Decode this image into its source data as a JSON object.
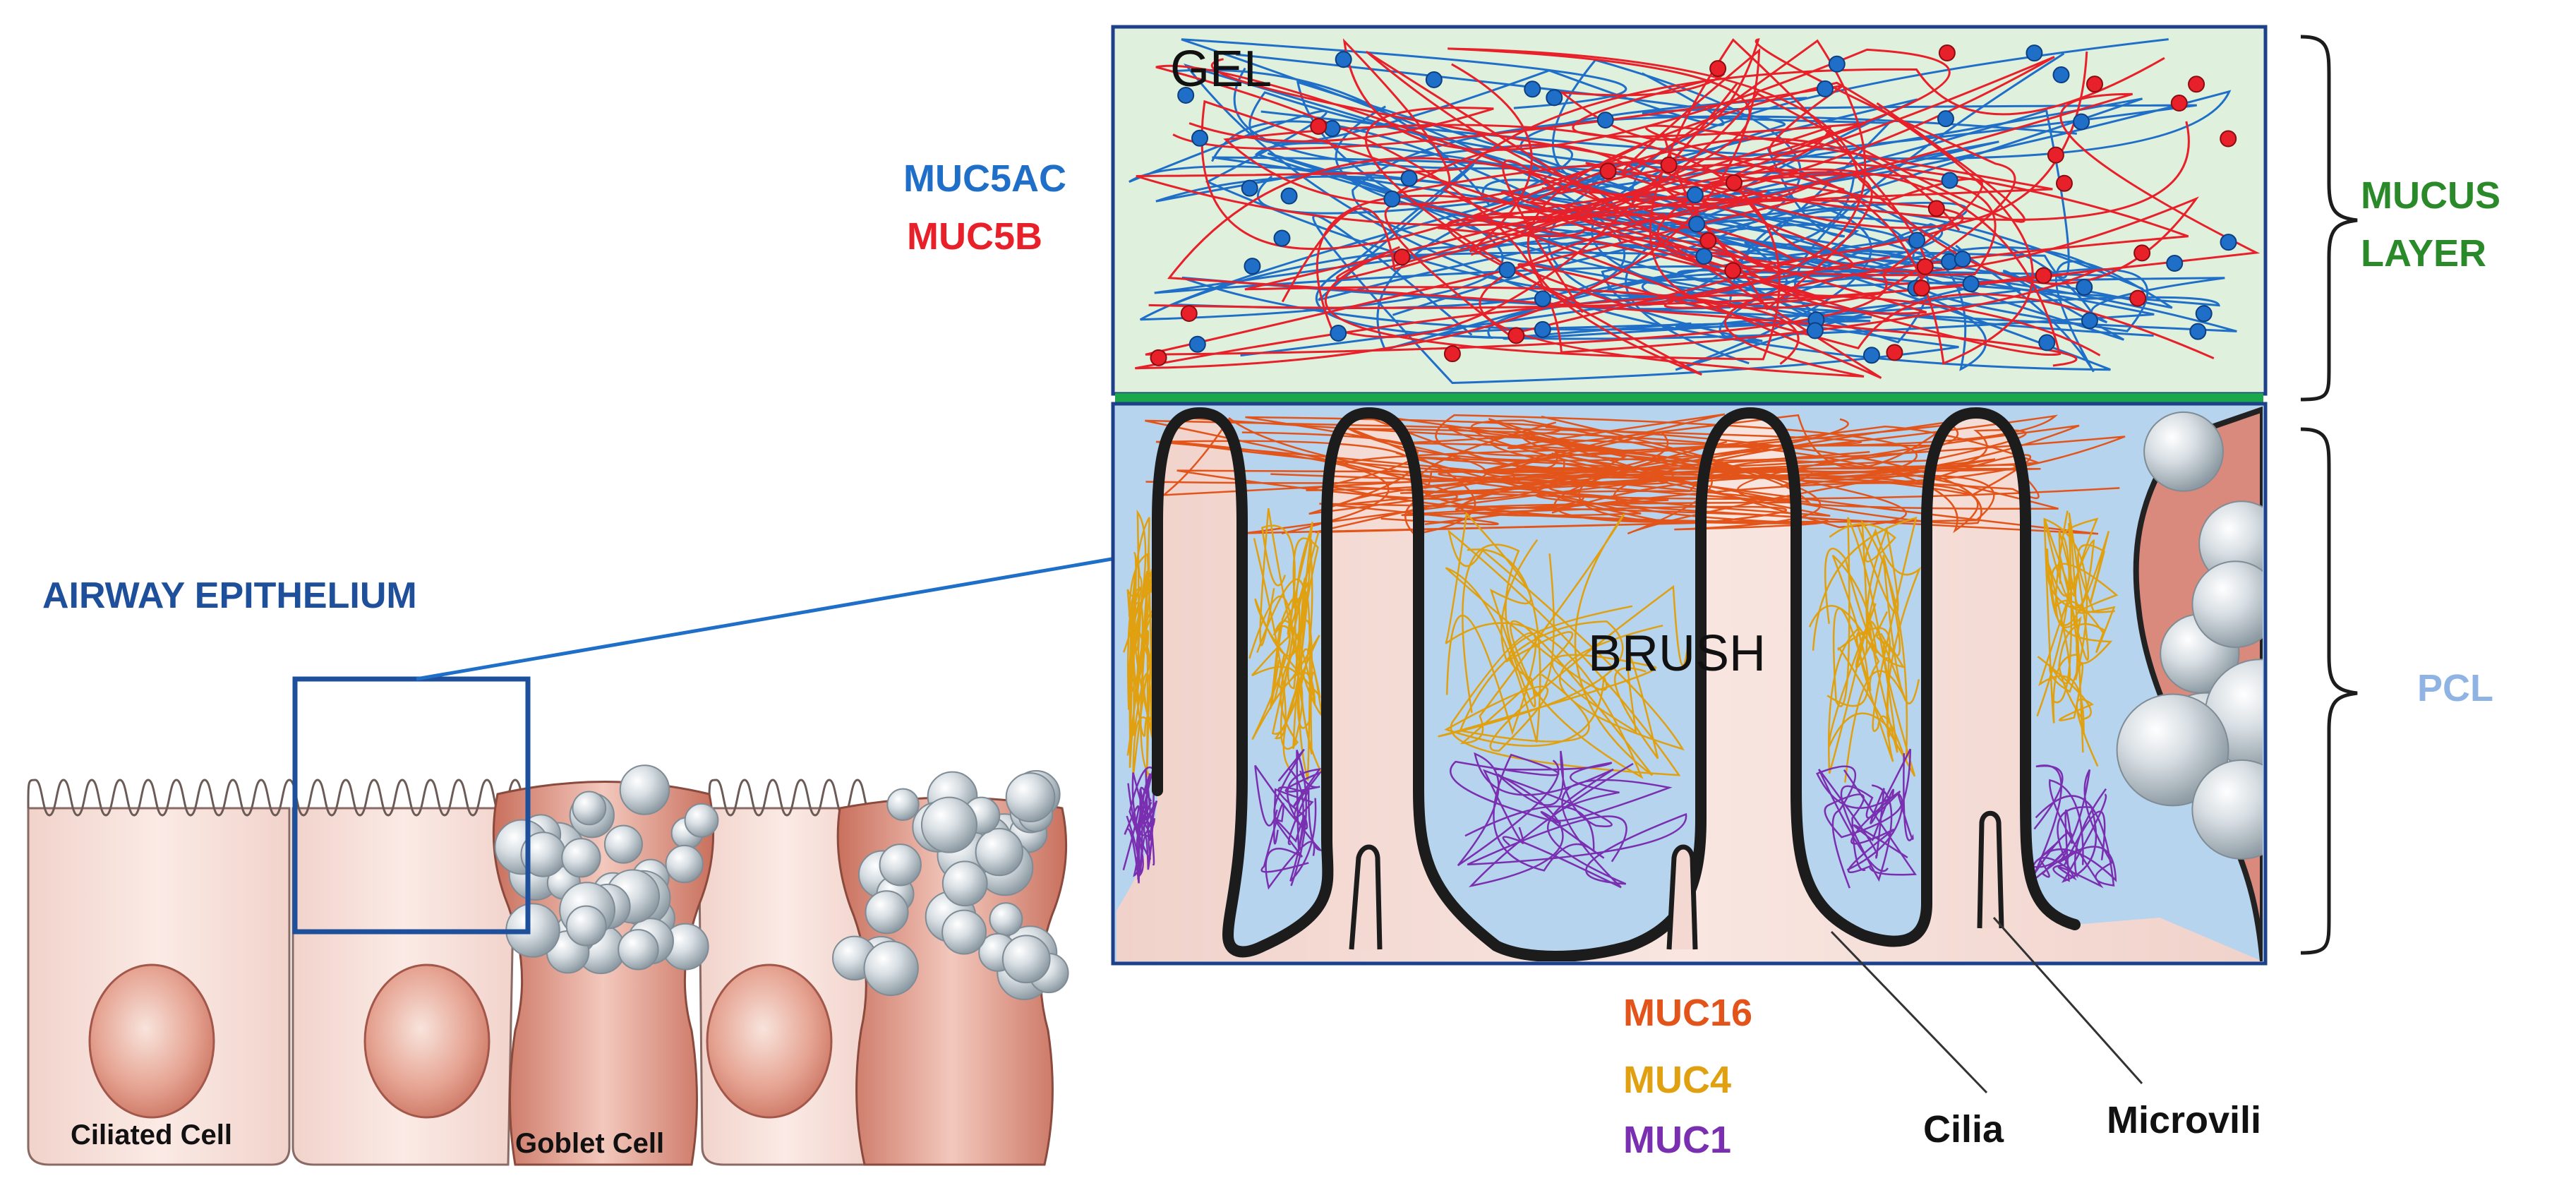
{
  "labels": {
    "gel": "GEL",
    "brush": "BRUSH",
    "muc5ac": "MUC5AC",
    "muc5b": "MUC5B",
    "mucus_layer_line1": "MUCUS",
    "mucus_layer_line2": "LAYER",
    "pcl": "PCL",
    "airway_epithelium": "AIRWAY EPITHELIUM",
    "ciliated_cell": "Ciliated Cell",
    "goblet_cell": "Goblet Cell",
    "muc16": "MUC16",
    "muc4": "MUC4",
    "muc1": "MUC1",
    "cilia": "Cilia",
    "microvili": "Microvili"
  },
  "colors": {
    "muc5ac": "#1f6fc8",
    "muc5b": "#e8202a",
    "muc16": "#e2541a",
    "muc4": "#e0a010",
    "muc1": "#7a2fb0",
    "mucus_layer": "#2a8a2a",
    "pcl": "#8fb4e3",
    "airway_epithelium": "#1e4f9a",
    "gel_fill": "#dff0dc",
    "brush_fill": "#b6d4ee",
    "cell_fill": "#f4d9d3",
    "goblet_fill": "#d98a7c",
    "frame": "#1e3f8a",
    "boundary_green": "#1aa84a"
  }
}
